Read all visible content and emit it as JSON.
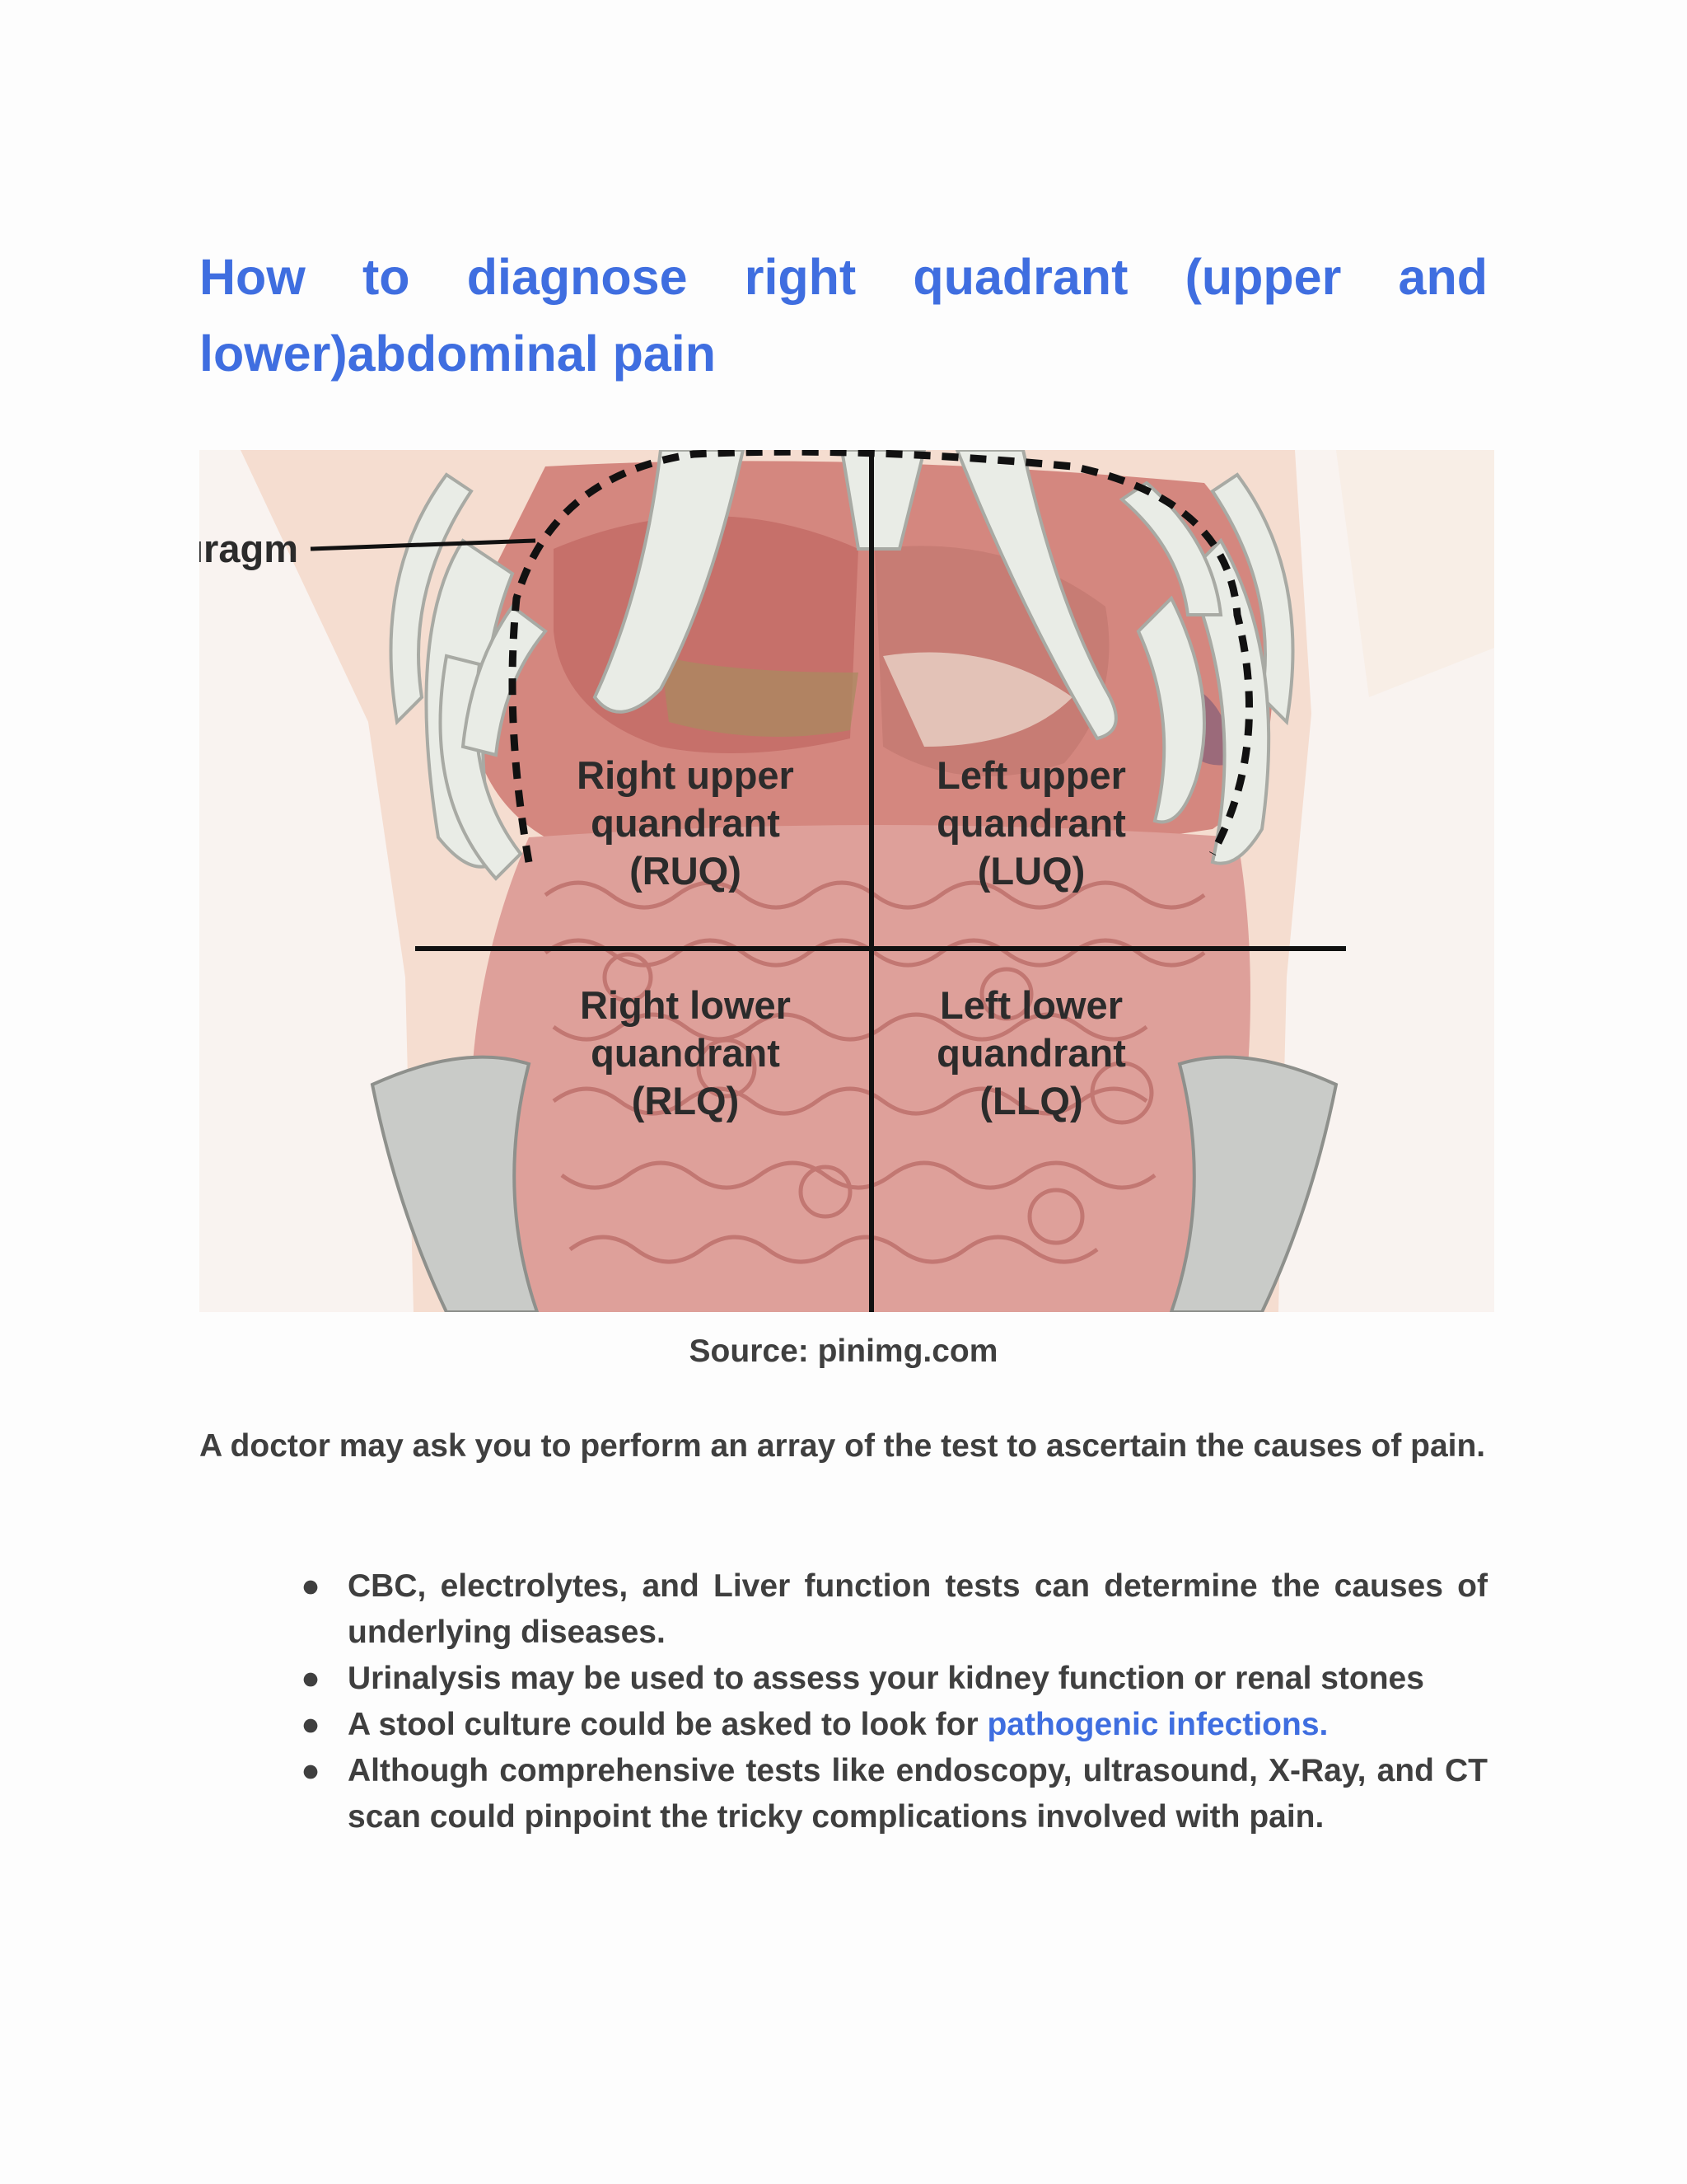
{
  "title": "How to diagnose right quadrant (upper and lower)abdominal pain",
  "figure": {
    "diaphragm_label": "ıragm",
    "quadrants": {
      "ruq": [
        "Right upper",
        "quandrant",
        "(RUQ)"
      ],
      "luq": [
        "Left upper",
        "quandrant",
        "(LUQ)"
      ],
      "rlq": [
        "Right lower",
        "quandrant",
        "(RLQ)"
      ],
      "llq": [
        "Left lower",
        "quandrant",
        "(LLQ)"
      ]
    },
    "colors": {
      "skin": "#f5ddd0",
      "organ": "#d9938c",
      "liver": "#c97a73",
      "bone": "#e9ece6",
      "bone_outline": "#a8aaa4",
      "line": "#111111"
    }
  },
  "caption": "Source: pinimg.com",
  "intro": "A doctor may ask you to perform an array of the test to ascertain the causes of pain.",
  "bullet_symbol": "●",
  "bullets": [
    "CBC, electrolytes, and Liver function tests can determine the causes of underlying diseases.",
    "Urinalysis may be used to assess your kidney function or renal stones"
  ],
  "bullet_link": {
    "prefix": "A stool culture could be asked to look for ",
    "link_text": "pathogenic infections."
  },
  "bullet_last": "Although comprehensive tests like endoscopy, ultrasound, X-Ray, and CT scan could pinpoint the tricky complications involved with pain."
}
